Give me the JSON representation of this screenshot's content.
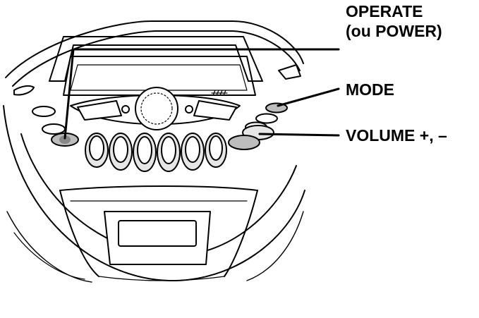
{
  "labels": {
    "operate_line1": "OPERATE",
    "operate_line2": "(ou POWER)",
    "mode": "MODE",
    "volume": "VOLUME +, –"
  },
  "colors": {
    "ink": "#000000",
    "fill_light": "#ffffff",
    "fill_button": "#e6e6e6",
    "fill_highlight": "#bdbdbd",
    "leader_line": "#000000"
  }
}
